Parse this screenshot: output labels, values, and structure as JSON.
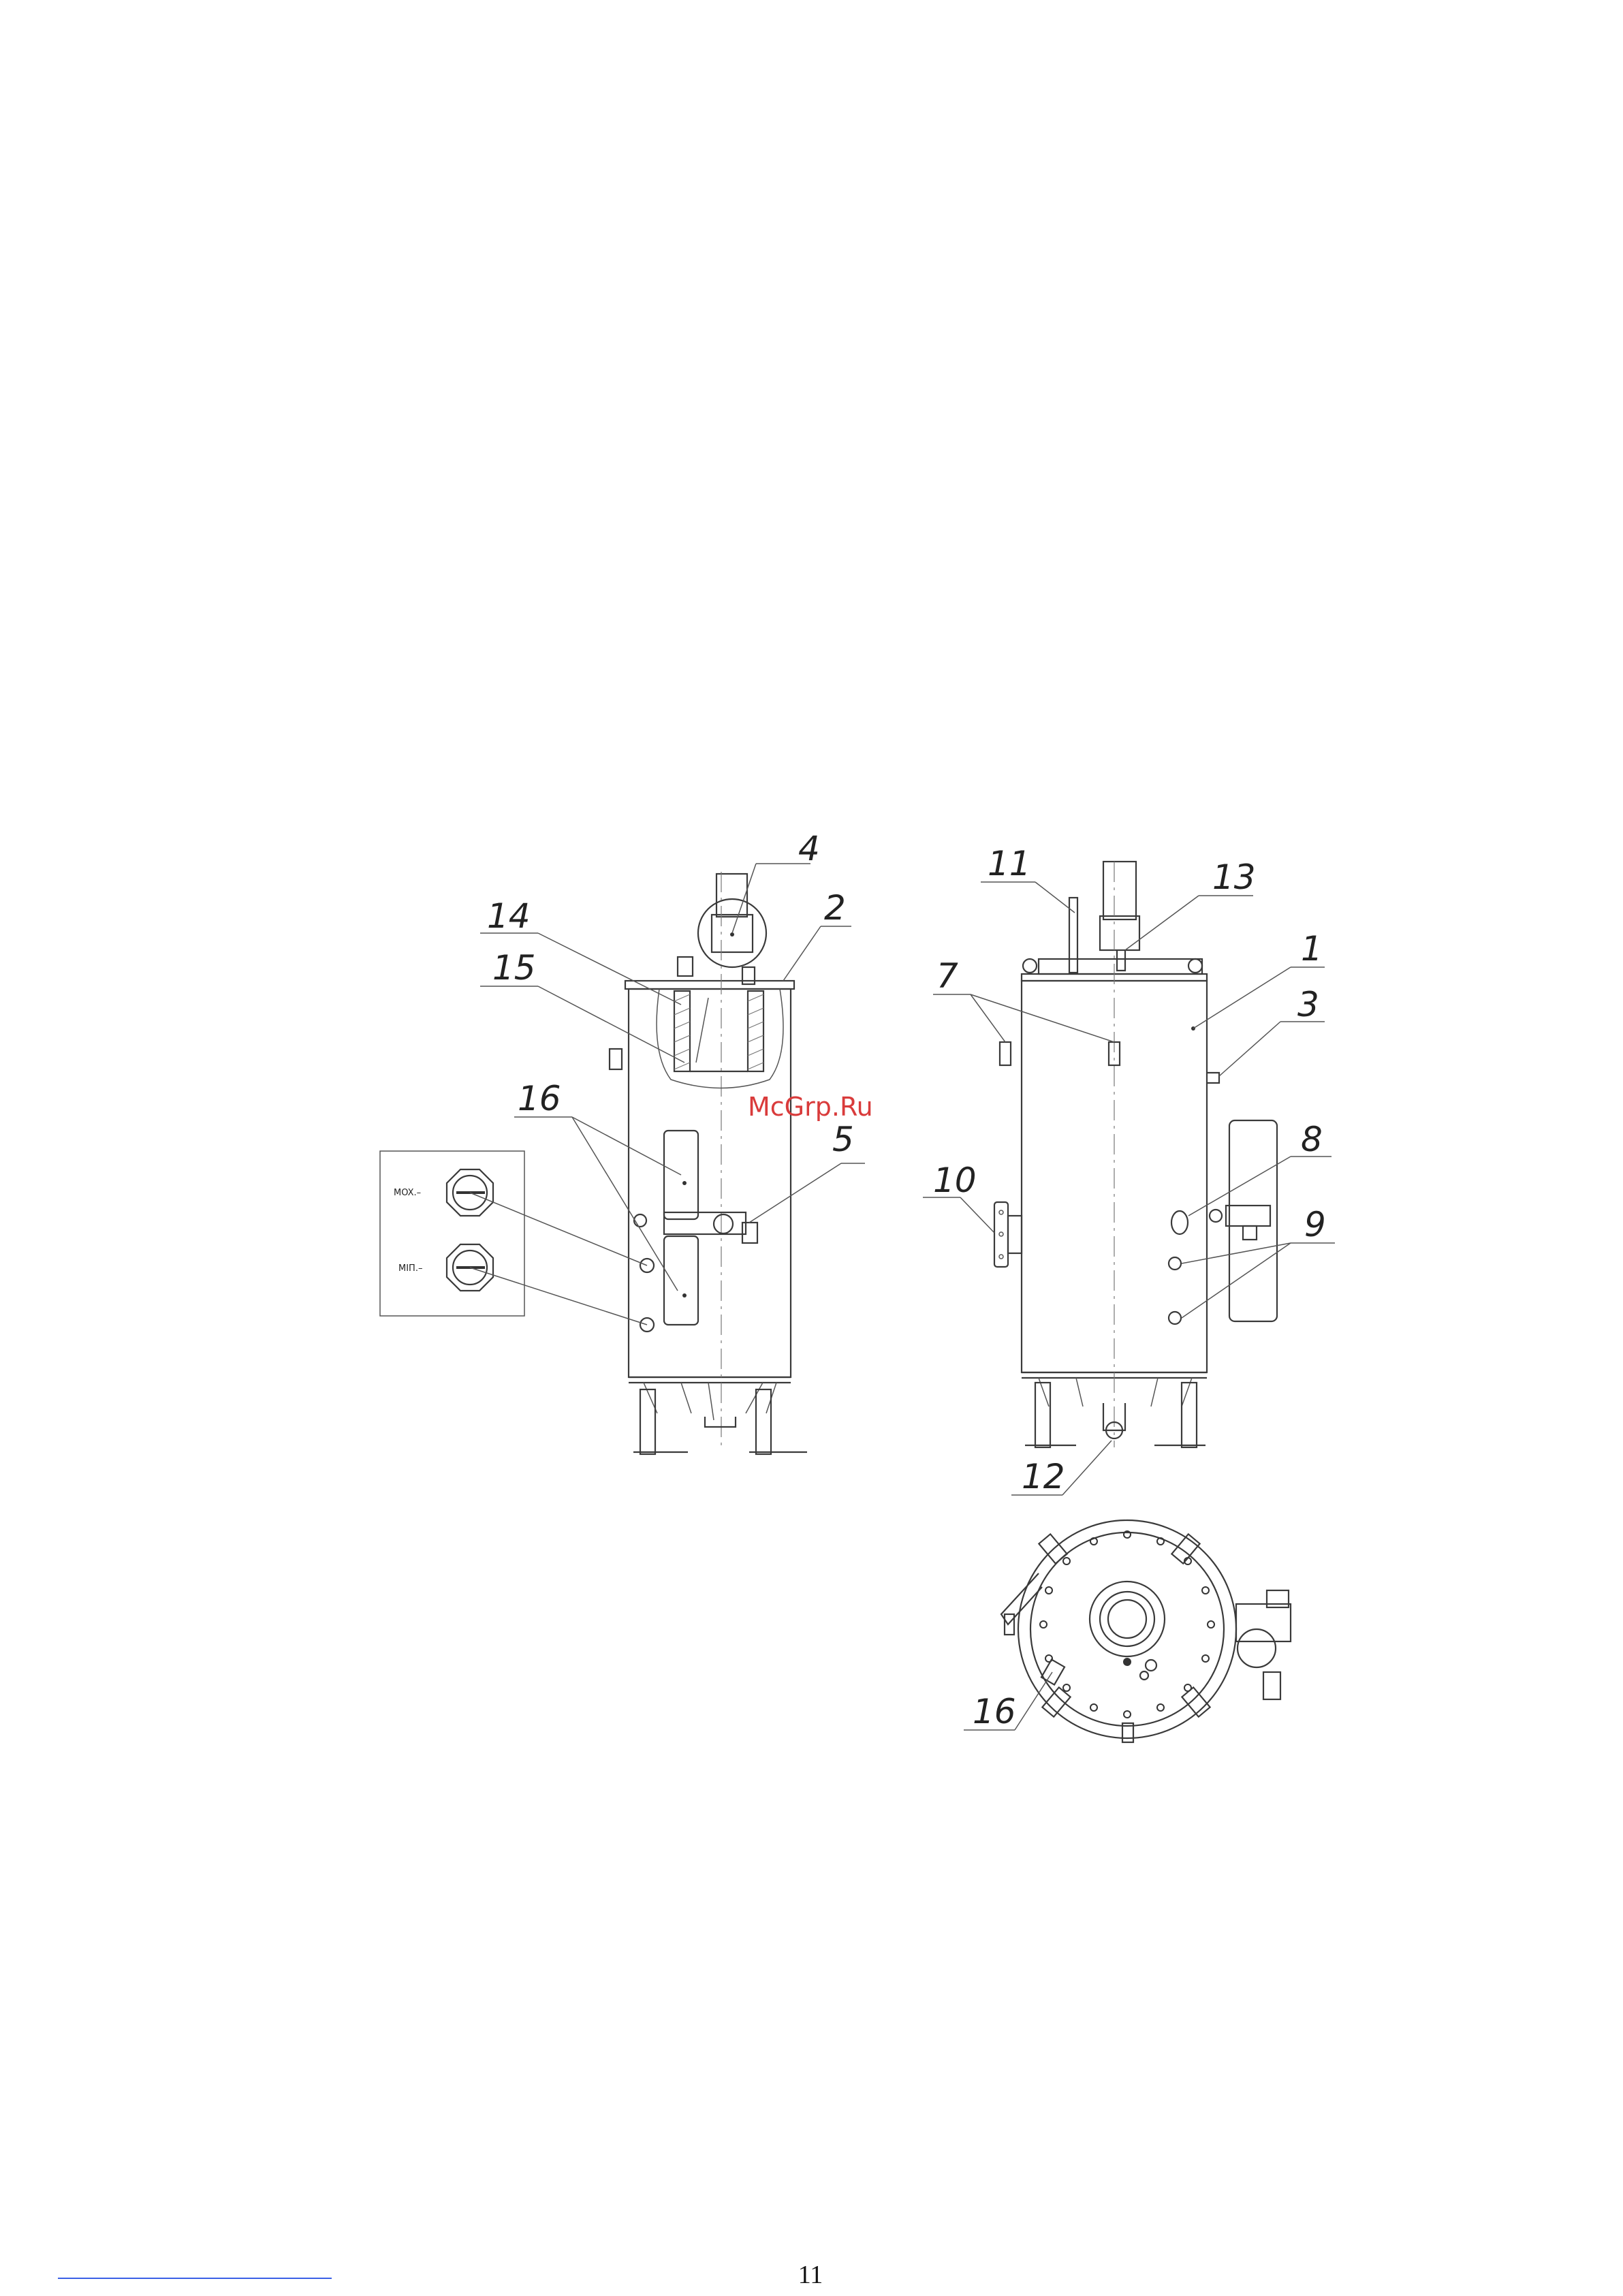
{
  "drawing": {
    "callouts": {
      "c1": "1",
      "c2": "2",
      "c3": "3",
      "c4": "4",
      "c5": "5",
      "c7": "7",
      "c8": "8",
      "c9": "9",
      "c10": "10",
      "c11": "11",
      "c12": "12",
      "c13": "13",
      "c14": "14",
      "c15": "15",
      "c16a": "16",
      "c16b": "16"
    },
    "gauge_inset": {
      "max_label": "MOX.–",
      "min_label": "MIП.–"
    },
    "watermark": "McGrp.Ru"
  },
  "footer": {
    "page_number": "11"
  }
}
